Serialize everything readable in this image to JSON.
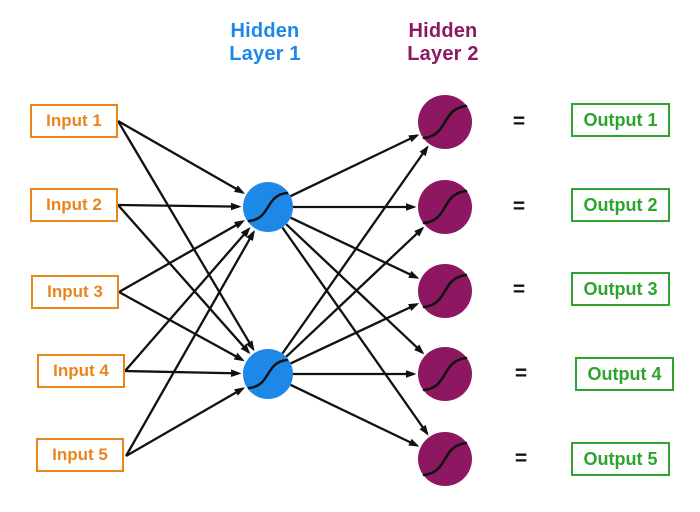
{
  "diagram": {
    "titles": {
      "hidden_layer_1": "Hidden\nLayer 1",
      "hidden_layer_2": "Hidden\nLayer 2"
    },
    "inputs": [
      {
        "label": "Input 1"
      },
      {
        "label": "Input 2"
      },
      {
        "label": "Input 3"
      },
      {
        "label": "Input 4"
      },
      {
        "label": "Input 5"
      }
    ],
    "outputs": [
      {
        "label": "Output 1"
      },
      {
        "label": "Output 2"
      },
      {
        "label": "Output 3"
      },
      {
        "label": "Output 4"
      },
      {
        "label": "Output 5"
      }
    ],
    "hidden_layer_1": {
      "neuron_count": 2,
      "activation_icon": "sigmoid"
    },
    "hidden_layer_2": {
      "neuron_count": 5,
      "activation_icon": "sigmoid"
    },
    "equals_sign": "=",
    "colors": {
      "input_accent": "#E8861C",
      "hidden1_accent": "#1E88E8",
      "hidden2_accent": "#8E1761",
      "output_accent": "#2EA42E",
      "edge": "#111111"
    },
    "edges": [
      "in1>h1a",
      "in1>h1b",
      "in2>h1a",
      "in2>h1b",
      "in3>h1a",
      "in3>h1b",
      "in4>h1a",
      "in4>h1b",
      "in5>h1a",
      "in5>h1b",
      "h1a>h2a",
      "h1a>h2b",
      "h1a>h2c",
      "h1a>h2d",
      "h1a>h2e",
      "h1b>h2a",
      "h1b>h2b",
      "h1b>h2c",
      "h1b>h2d",
      "h1b>h2e"
    ]
  }
}
